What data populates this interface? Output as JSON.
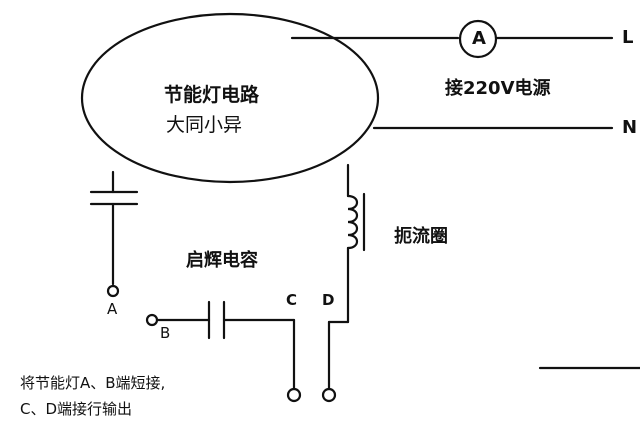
{
  "diagram": {
    "bulb_title": "节能灯电路",
    "bulb_subtitle": "大同小异",
    "ammeter_symbol": "A",
    "terminal_l": "L",
    "terminal_n": "N",
    "power_note": "接220V电源",
    "choke_label": "扼流圈",
    "starter_capacitor_label": "启辉电容",
    "node_a": "A",
    "node_b": "B",
    "node_c": "C",
    "node_d": "D",
    "instruction_line1": "将节能灯A、B端短接,",
    "instruction_line2": "C、D端接行输出"
  }
}
